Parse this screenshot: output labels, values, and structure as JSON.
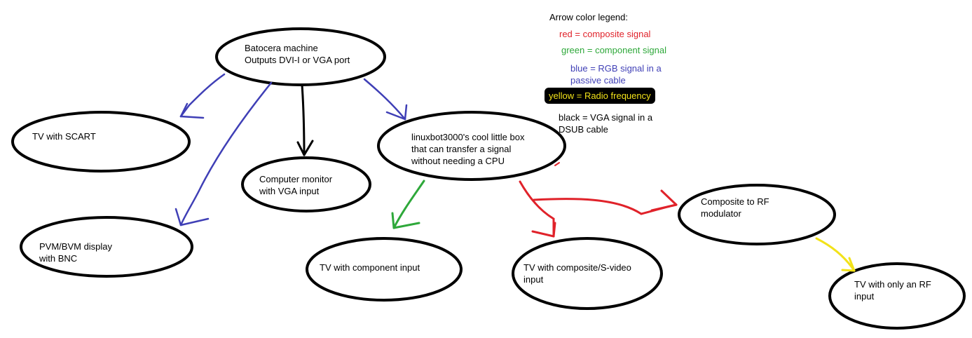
{
  "nodes": {
    "batocera": {
      "line1": "Batocera machine",
      "line2": "Outputs DVI-I or VGA port"
    },
    "scart": {
      "line1": "TV with SCART"
    },
    "monitor": {
      "line1": "Computer monitor",
      "line2": "with VGA input"
    },
    "box": {
      "line1": "linuxbot3000's cool little box",
      "line2": "that can transfer a signal",
      "line3": "without needing a CPU"
    },
    "pvm": {
      "line1": "PVM/BVM display",
      "line2": "with BNC"
    },
    "component": {
      "line1": "TV with component input"
    },
    "composite": {
      "line1": "TV with composite/S-video",
      "line2": "input"
    },
    "modulator": {
      "line1": "Composite to RF",
      "line2": "modulator"
    },
    "rf_tv": {
      "line1": "TV with only an RF",
      "line2": "input"
    }
  },
  "legend": {
    "title": "Arrow color legend:",
    "red": "red = composite signal",
    "green": "green = component signal",
    "blue_line1": "blue = RGB signal in a",
    "blue_line2": "passive cable",
    "yellow": "yellow = Radio frequency",
    "black_line1": "black = VGA signal in a",
    "black_line2": "DSUB cable"
  },
  "colors": {
    "red": "#e0222a",
    "green": "#2ea83a",
    "blue": "#3f3fb6",
    "yellow": "#f2e21a",
    "black": "#000000"
  }
}
